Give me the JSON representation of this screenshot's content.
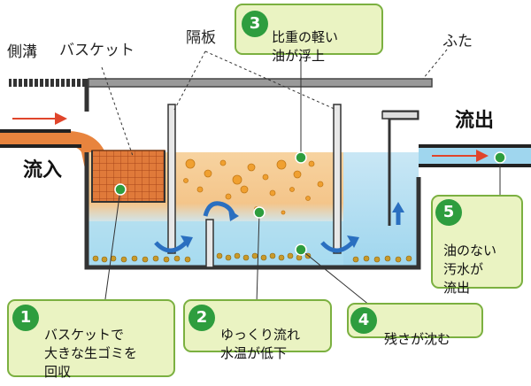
{
  "labels": {
    "side_ditch": "側溝",
    "basket": "バスケット",
    "partition": "隔板",
    "lid": "ふた",
    "inflow": "流入",
    "outflow": "流出"
  },
  "callouts": [
    {
      "num": "1",
      "text": "バスケットで\n大きな生ゴミを\n回収"
    },
    {
      "num": "2",
      "text": "ゆっくり流れ\n水温が低下"
    },
    {
      "num": "3",
      "text": "比重の軽い\n油が浮上"
    },
    {
      "num": "4",
      "text": "残さが沈む"
    },
    {
      "num": "5",
      "text": "油のない\n汚水が\n流出"
    }
  ],
  "colors": {
    "water_blue": "#9fd6ee",
    "oil_orange": "#f4c58a",
    "basket_orange": "#d86a2a",
    "callout_green": "#2e9d3e",
    "callout_fill": "#eaf3c2",
    "arrow_red": "#e0452b",
    "flow_arrow_blue": "#2a6fc0"
  }
}
